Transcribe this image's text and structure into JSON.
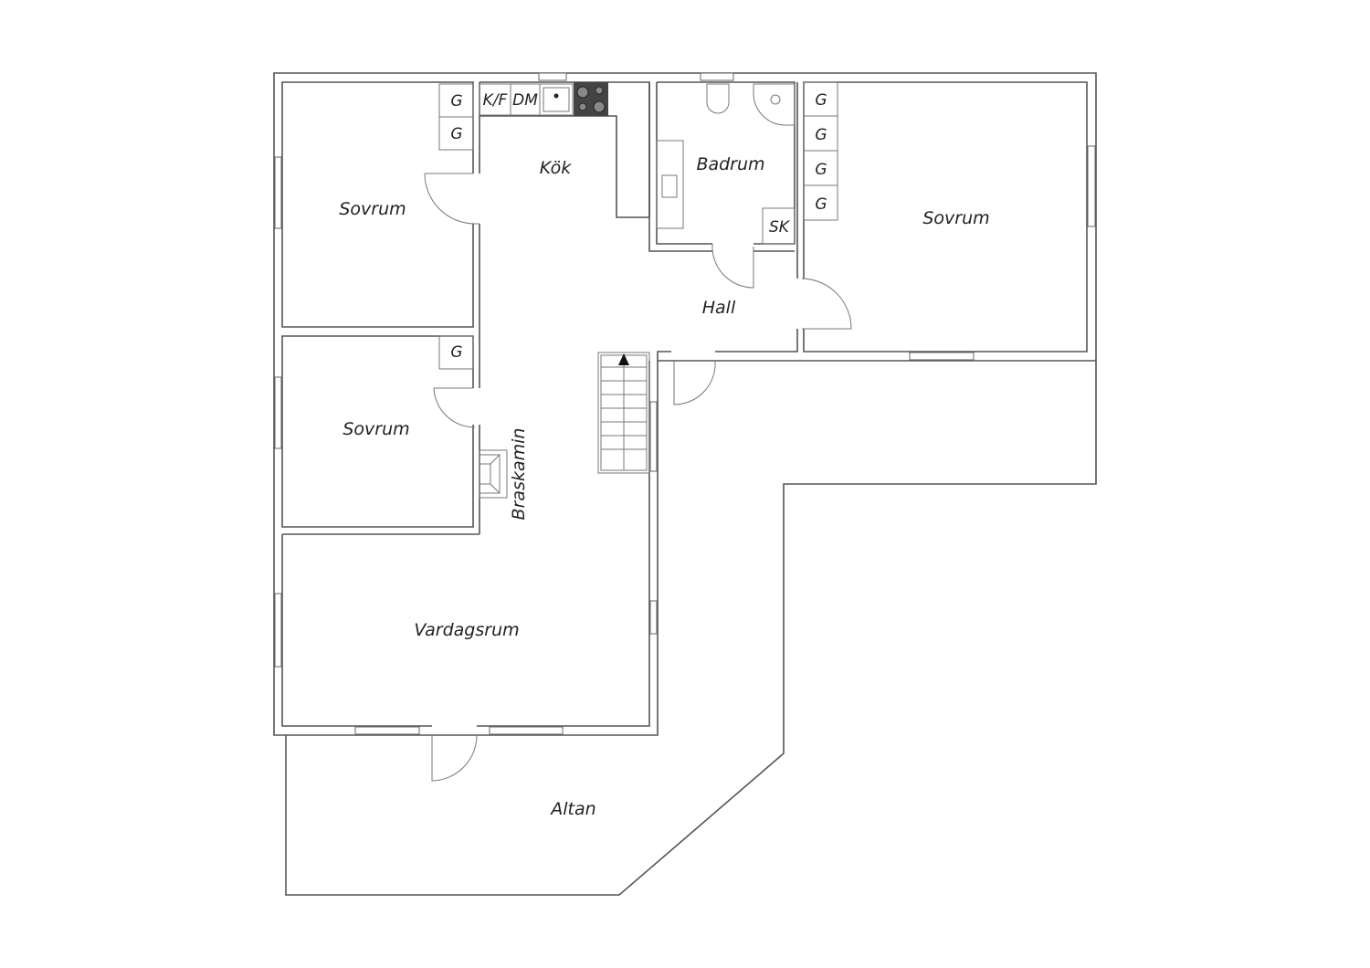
{
  "rooms": {
    "sovrum_top_left": "Sovrum",
    "sovrum_mid_left": "Sovrum",
    "sovrum_right": "Sovrum",
    "kok": "Kök",
    "badrum": "Badrum",
    "hall": "Hall",
    "vardagsrum": "Vardagsrum",
    "altan": "Altan",
    "braskamin": "Braskamin"
  },
  "fixtures": {
    "wardrobes_left_top": [
      "G",
      "G"
    ],
    "wardrobe_left_mid": "G",
    "wardrobes_right": [
      "G",
      "G",
      "G",
      "G"
    ],
    "fridge_freezer": "K/F",
    "dishwasher": "DM",
    "cleaning_cabinet": "SK"
  }
}
